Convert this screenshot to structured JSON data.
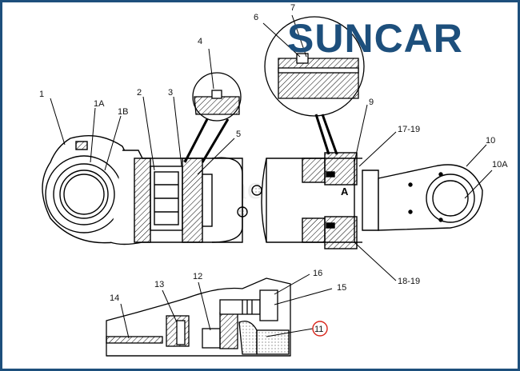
{
  "logo": {
    "text": "SUNCAR",
    "color": "#1d4f7c",
    "accent": "#29a3c9"
  },
  "watermark": {
    "text": "suncar"
  },
  "section_marker": "A",
  "callouts": [
    {
      "id": "1"
    },
    {
      "id": "1A"
    },
    {
      "id": "1B"
    },
    {
      "id": "2"
    },
    {
      "id": "3"
    },
    {
      "id": "4"
    },
    {
      "id": "5"
    },
    {
      "id": "6"
    },
    {
      "id": "7"
    },
    {
      "id": "9"
    },
    {
      "id": "10"
    },
    {
      "id": "10A"
    },
    {
      "id": "12"
    },
    {
      "id": "13"
    },
    {
      "id": "14"
    },
    {
      "id": "15"
    },
    {
      "id": "16"
    },
    {
      "id": "17-19"
    },
    {
      "id": "18-19"
    },
    {
      "id": "11",
      "highlight_color": "#d9261c"
    }
  ]
}
